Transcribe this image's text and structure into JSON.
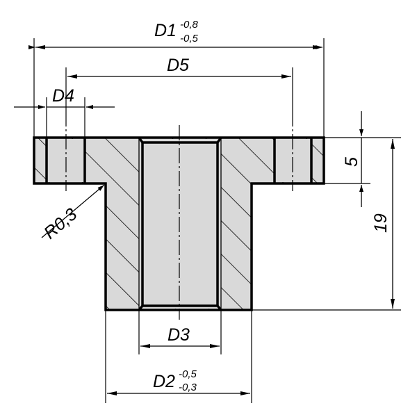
{
  "dimensions": {
    "d1": {
      "label": "D1",
      "tol_upper": "-0,8",
      "tol_lower": "-0,5"
    },
    "d2": {
      "label": "D2",
      "tol_upper": "-0,5",
      "tol_lower": "-0,3"
    },
    "d3": {
      "label": "D3"
    },
    "d4": {
      "label": "D4"
    },
    "d5": {
      "label": "D5"
    },
    "flange_height": {
      "label": "5"
    },
    "total_height": {
      "label": "19"
    },
    "radius": {
      "label": "R0,3"
    }
  },
  "colors": {
    "section_fill": "#d9d9d9",
    "line": "#000000"
  }
}
